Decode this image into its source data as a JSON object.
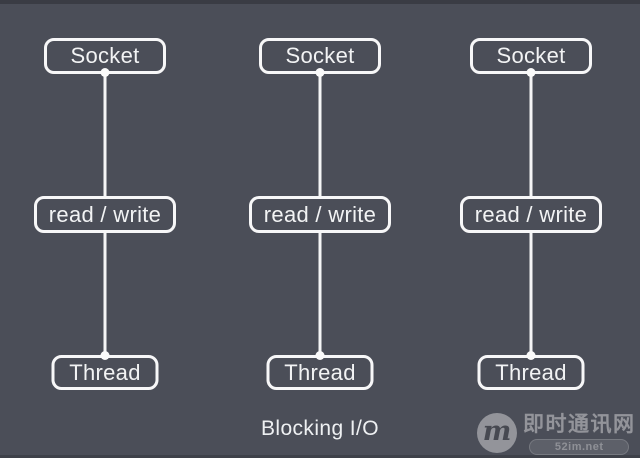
{
  "colors": {
    "background": "#4b4e58",
    "box_border": "#f7f7f8",
    "box_text": "#f2f3f4",
    "connector_line": "#f5f5f6"
  },
  "diagram": {
    "caption": "Blocking I/O",
    "columns": [
      {
        "socket_label": "Socket",
        "io_label": "read / write",
        "thread_label": "Thread"
      },
      {
        "socket_label": "Socket",
        "io_label": "read / write",
        "thread_label": "Thread"
      },
      {
        "socket_label": "Socket",
        "io_label": "read / write",
        "thread_label": "Thread"
      }
    ]
  },
  "watermark": {
    "logo_letter": "m",
    "site_name": "即时通讯网",
    "site_url": "52im.net"
  }
}
